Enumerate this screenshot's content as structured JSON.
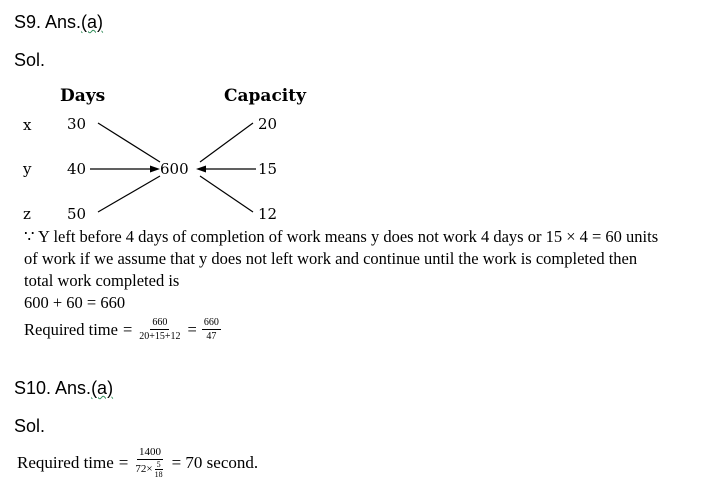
{
  "s9": {
    "heading": "S9. Ans.",
    "answer": "(a)",
    "sol": "Sol.",
    "diagram": {
      "days_header": "Days",
      "capacity_header": "Capacity",
      "rows": [
        {
          "label": "x",
          "days": "30",
          "capacity": "20"
        },
        {
          "label": "y",
          "days": "40",
          "capacity": "15"
        },
        {
          "label": "z",
          "days": "50",
          "capacity": "12"
        }
      ],
      "center": "600"
    },
    "para_lines": [
      "∵ Y left before 4 days of completion of work means y does not work 4 days or 15 × 4 = 60 units",
      "of work if we assume that y does not left work and continue until the work is completed then",
      "total work completed is",
      "600 + 60 = 660"
    ],
    "required_time_label": "Required time",
    "eq": "=",
    "frac1_num": "660",
    "frac1_den": "20+15+12",
    "frac2_num": "660",
    "frac2_den": "47"
  },
  "s10": {
    "heading": "S10. Ans.",
    "answer": "(a)",
    "sol": "Sol.",
    "required_time_label": "Required time",
    "eq": "=",
    "num": "1400",
    "den_prefix": "72×",
    "inner_num": "5",
    "inner_den": "18",
    "result": "= 70 second."
  }
}
